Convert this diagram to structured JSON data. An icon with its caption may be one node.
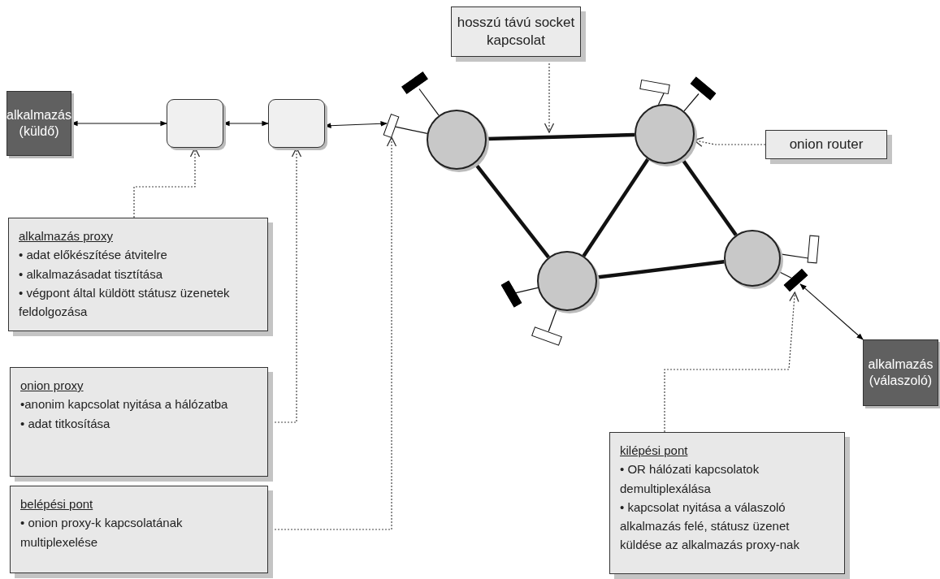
{
  "diagram": {
    "nodes": [
      {
        "text": [
          "hosszú távú socket kapcsolat"
        ]
      },
      {
        "text": [
          "alkalmazás (küldő)"
        ]
      },
      {
        "text": [],
        "shape": "box"
      },
      {
        "text": [],
        "shape": "box"
      },
      {
        "text": [],
        "shape": "bar"
      },
      {
        "text": [],
        "shape": "bar"
      },
      {
        "text": [],
        "shape": "circle"
      },
      {
        "text": [],
        "shape": "bar"
      },
      {
        "text": [],
        "shape": "bar"
      },
      {
        "text": [],
        "shape": "circle"
      },
      {
        "text": [
          "onion router"
        ]
      },
      {
        "text": [],
        "shape": "circle"
      },
      {
        "text": [],
        "shape": "bar"
      },
      {
        "text": [],
        "shape": "circle"
      },
      {
        "text": [],
        "shape": "bar"
      },
      {
        "text": [],
        "shape": "bar"
      },
      {
        "text": [],
        "shape": "bar"
      },
      {
        "text": [
          "alkalmazás (válaszoló)"
        ]
      },
      {
        "text": [
          "alkalmazás proxy",
          "• adat előkészítése átvitelre",
          "• alkalmazásadat tisztítása",
          "• végpont által küldött státusz üzenetek feldolgozása"
        ]
      },
      {
        "text": [
          "onion proxy",
          "•anonim kapcsolat nyitása a hálózatba",
          "• adat titkosítása"
        ]
      },
      {
        "text": [
          "belépési pont",
          "• onion proxy-k kapcsolatának multiplexelése"
        ]
      },
      {
        "text": [
          "kilépési pont",
          "• OR hálózati kapcsolatok demultiplexálása",
          "• kapcsolat nyitása a válaszoló alkalmazás felé, státusz üzenet küldése az alkalmazás proxy-nak"
        ]
      }
    ],
    "edges": [
      {
        "from": 1,
        "to": 2,
        "arrow": "both"
      },
      {
        "from": 2,
        "to": 3,
        "arrow": "both"
      },
      {
        "from": 3,
        "to": 4,
        "arrow": "both"
      },
      {
        "from": 4,
        "to": 6,
        "arrow": "none"
      },
      {
        "from": 5,
        "to": 6,
        "arrow": "none"
      },
      {
        "from": 6,
        "to": 9,
        "arrow": "none",
        "style": "thick"
      },
      {
        "from": 7,
        "to": 9,
        "arrow": "none"
      },
      {
        "from": 8,
        "to": 9,
        "arrow": "none"
      },
      {
        "from": 6,
        "to": 13,
        "arrow": "none",
        "style": "thick"
      },
      {
        "from": 9,
        "to": 13,
        "arrow": "none",
        "style": "thick"
      },
      {
        "from": 9,
        "to": 11,
        "arrow": "none",
        "style": "thick"
      },
      {
        "from": 13,
        "to": 11,
        "arrow": "none",
        "style": "thick"
      },
      {
        "from": 11,
        "to": 12,
        "arrow": "none"
      },
      {
        "from": 11,
        "to": 14,
        "arrow": "none"
      },
      {
        "from": 15,
        "to": 13,
        "arrow": "none"
      },
      {
        "from": 16,
        "to": 13,
        "arrow": "none"
      },
      {
        "from": 14,
        "to": 17,
        "arrow": "both"
      },
      {
        "from": 0,
        "to": null,
        "arrow": "to",
        "style": "dashed"
      },
      {
        "from": 10,
        "to": 9,
        "arrow": "to",
        "style": "dashed"
      },
      {
        "from": 18,
        "to": 2,
        "arrow": "to",
        "style": "dashed"
      },
      {
        "from": 19,
        "to": 3,
        "arrow": "to",
        "style": "dashed"
      },
      {
        "from": 20,
        "to": 4,
        "arrow": "to",
        "style": "dashed"
      },
      {
        "from": 21,
        "to": 14,
        "arrow": "to",
        "style": "dashed"
      }
    ]
  }
}
